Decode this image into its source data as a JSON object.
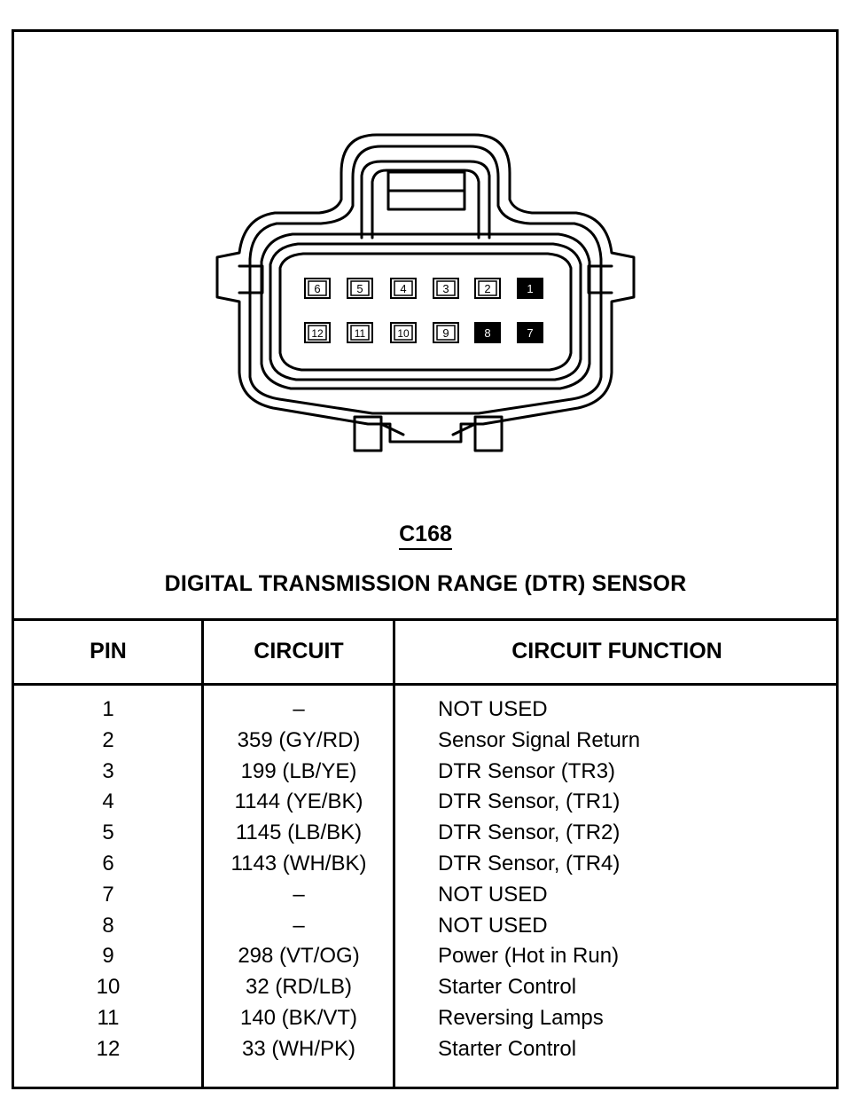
{
  "connector": {
    "id": "C168",
    "title": "DIGITAL TRANSMISSION RANGE (DTR) SENSOR",
    "pin_rows": [
      [
        {
          "label": "6",
          "filled": false
        },
        {
          "label": "5",
          "filled": false
        },
        {
          "label": "4",
          "filled": false
        },
        {
          "label": "3",
          "filled": false
        },
        {
          "label": "2",
          "filled": false
        },
        {
          "label": "1",
          "filled": true
        }
      ],
      [
        {
          "label": "12",
          "filled": false
        },
        {
          "label": "11",
          "filled": false
        },
        {
          "label": "10",
          "filled": false
        },
        {
          "label": "9",
          "filled": false
        },
        {
          "label": "8",
          "filled": true
        },
        {
          "label": "7",
          "filled": true
        }
      ]
    ]
  },
  "table": {
    "headers": {
      "pin": "PIN",
      "circuit": "CIRCUIT",
      "function": "CIRCUIT FUNCTION"
    },
    "rows": [
      {
        "pin": "1",
        "circuit": "–",
        "function": "NOT USED"
      },
      {
        "pin": "2",
        "circuit": "359 (GY/RD)",
        "function": "Sensor Signal Return"
      },
      {
        "pin": "3",
        "circuit": "199 (LB/YE)",
        "function": "DTR Sensor (TR3)"
      },
      {
        "pin": "4",
        "circuit": "1144 (YE/BK)",
        "function": "DTR Sensor, (TR1)"
      },
      {
        "pin": "5",
        "circuit": "1145 (LB/BK)",
        "function": "DTR Sensor, (TR2)"
      },
      {
        "pin": "6",
        "circuit": "1143 (WH/BK)",
        "function": "DTR Sensor, (TR4)"
      },
      {
        "pin": "7",
        "circuit": "–",
        "function": "NOT USED"
      },
      {
        "pin": "8",
        "circuit": "–",
        "function": "NOT USED"
      },
      {
        "pin": "9",
        "circuit": "298 (VT/OG)",
        "function": "Power (Hot in Run)"
      },
      {
        "pin": "10",
        "circuit": "32 (RD/LB)",
        "function": "Starter Control"
      },
      {
        "pin": "11",
        "circuit": "140 (BK/VT)",
        "function": "Reversing Lamps"
      },
      {
        "pin": "12",
        "circuit": "33 (WH/PK)",
        "function": "Starter Control"
      }
    ]
  }
}
